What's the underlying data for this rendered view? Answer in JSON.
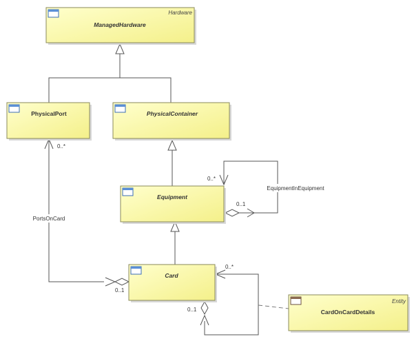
{
  "classes": {
    "managed_hardware": {
      "name": "ManagedHardware",
      "stereotype": "Hardware"
    },
    "physical_port": {
      "name": "PhysicalPort"
    },
    "physical_container": {
      "name": "PhysicalContainer"
    },
    "equipment": {
      "name": "Equipment"
    },
    "card": {
      "name": "Card"
    },
    "card_on_card_details": {
      "name": "CardOnCardDetails",
      "stereotype": "Entity"
    }
  },
  "associations": {
    "ports_on_card": {
      "name": "PortsOnCard",
      "port_multiplicity": "0..*",
      "card_multiplicity": "0..1"
    },
    "equipment_in_equipment": {
      "name": "EquipmentInEquipment",
      "contained_multiplicity": "0..*",
      "container_multiplicity": "0..1"
    },
    "card_on_card": {
      "contained_multiplicity": "0..*",
      "container_multiplicity": "0..1"
    }
  }
}
